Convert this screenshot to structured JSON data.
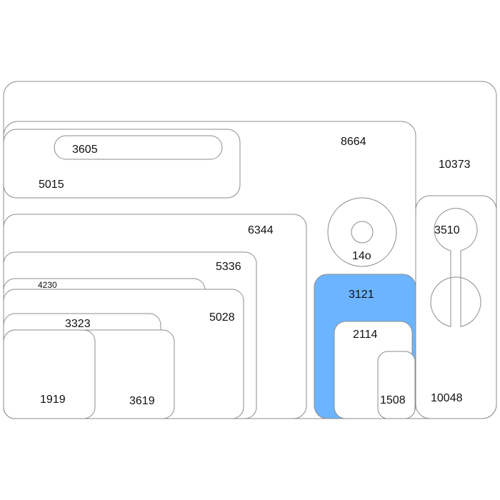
{
  "colors": {
    "outline": "#8c8c8c",
    "highlight": "#6cb4ff",
    "background": "#ffffff"
  },
  "labels": {
    "r10373": "10373",
    "r8664": "8664",
    "r5015": "5015",
    "r3605": "3605",
    "r6344": "6344",
    "r5336": "5336",
    "r4230": "4230",
    "r5028": "5028",
    "r3323": "3323",
    "r1919": "1919",
    "r3619": "3619",
    "r140": "14o",
    "r3121": "3121",
    "r2114": "2114",
    "r1508": "1508",
    "r3510": "3510",
    "r10048": "10048"
  }
}
